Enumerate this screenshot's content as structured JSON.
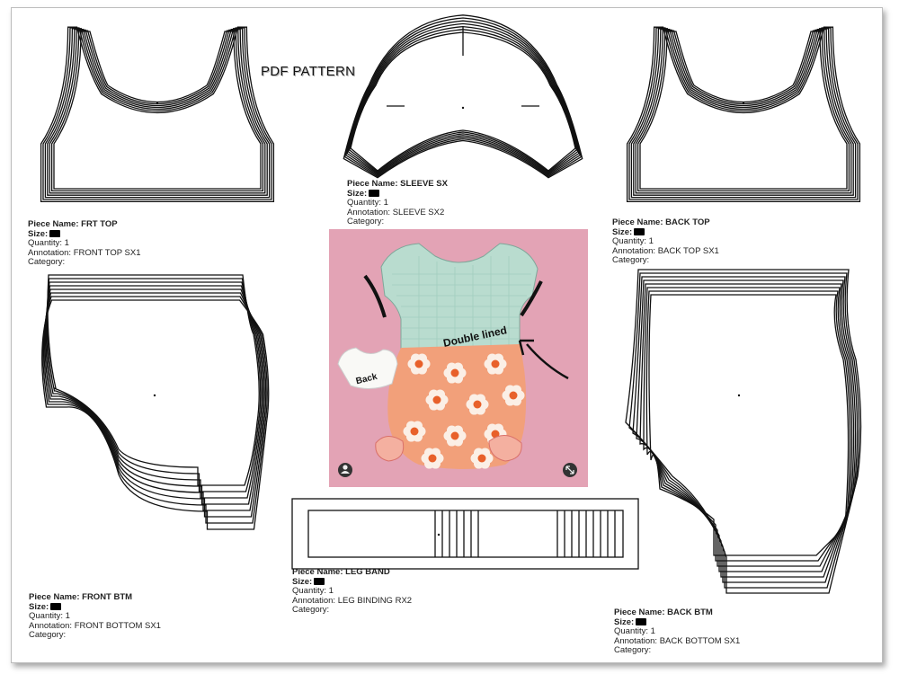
{
  "title": "PDF PATTERN",
  "pieces": {
    "frt_top": {
      "name": "Piece Name: FRT TOP",
      "size": "Size:",
      "quantity": "Quantity: 1",
      "annotation": "Annotation: FRONT TOP SX1",
      "category": "Category:"
    },
    "sleeve": {
      "name": "Piece Name: SLEEVE SX",
      "size": "Size:",
      "quantity": "Quantity: 1",
      "annotation": "Annotation: SLEEVE SX2",
      "category": "Category:"
    },
    "back_top": {
      "name": "Piece Name: BACK TOP",
      "size": "Size:",
      "quantity": "Quantity: 1",
      "annotation": "Annotation: BACK TOP SX1",
      "category": "Category:"
    },
    "front_btm": {
      "name": "Piece Name: FRONT BTM",
      "size": "Size:",
      "quantity": "Quantity: 1",
      "annotation": "Annotation: FRONT BOTTOM SX1",
      "category": "Category:"
    },
    "leg_band": {
      "name": "Piece Name: LEG BAND",
      "size": "Size:",
      "quantity": "Quantity: 1",
      "annotation": "Annotation: LEG BINDING RX2",
      "category": "Category:"
    },
    "back_btm": {
      "name": "Piece Name: BACK BTM",
      "size": "Size:",
      "quantity": "Quantity: 1",
      "annotation": "Annotation: BACK BOTTOM SX1",
      "category": "Category:"
    }
  },
  "photo": {
    "double_lined_label": "Double lined",
    "back_label": "Back",
    "colors": {
      "background": "#e3a3b5",
      "bodice": "#b9dccf",
      "floral": "#f2a07a",
      "flower_center": "#e8602a"
    }
  }
}
